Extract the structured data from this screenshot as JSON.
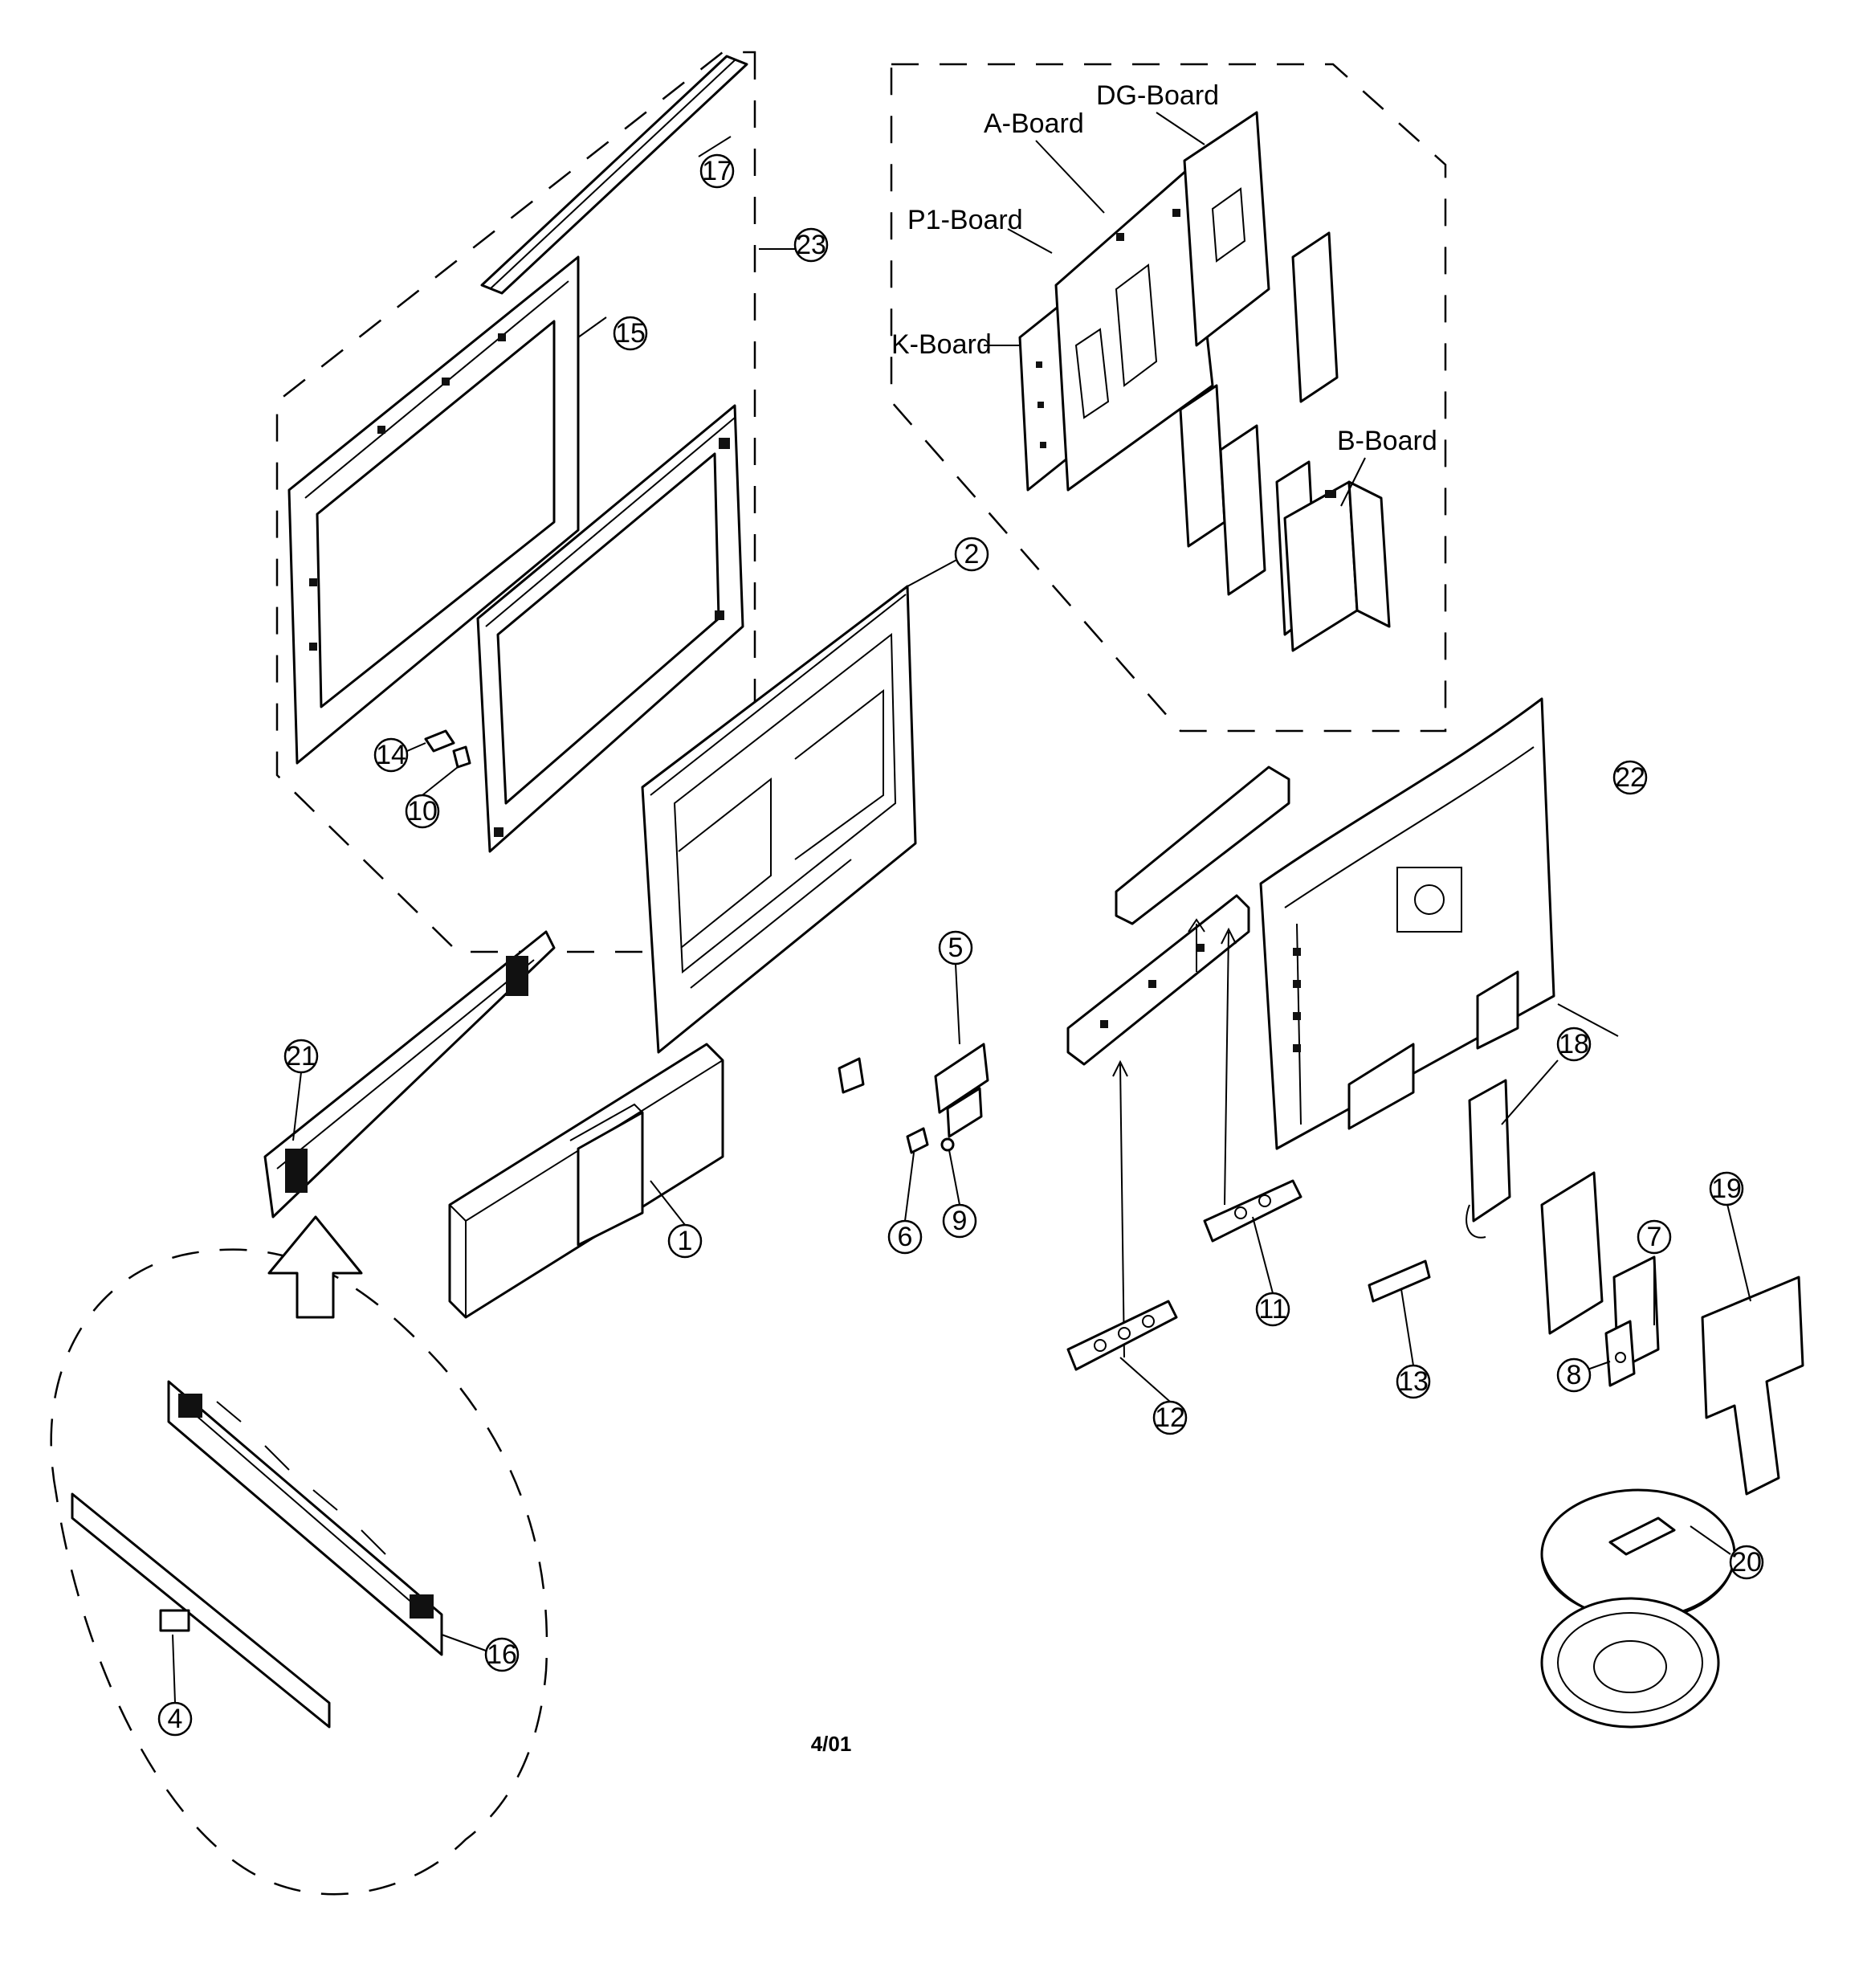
{
  "boards": {
    "dg": "DG-Board",
    "a": "A-Board",
    "p1": "P1-Board",
    "k": "K-Board",
    "b": "B-Board"
  },
  "callouts": {
    "c1": "1",
    "c2": "2",
    "c4": "4",
    "c5": "5",
    "c6": "6",
    "c7": "7",
    "c8": "8",
    "c9": "9",
    "c10": "10",
    "c11": "11",
    "c12": "12",
    "c13": "13",
    "c14": "14",
    "c15": "15",
    "c16": "16",
    "c17": "17",
    "c18": "18",
    "c19": "19",
    "c20": "20",
    "c21": "21",
    "c22": "22",
    "c23": "23"
  },
  "footer": {
    "page_code": "4/01"
  }
}
